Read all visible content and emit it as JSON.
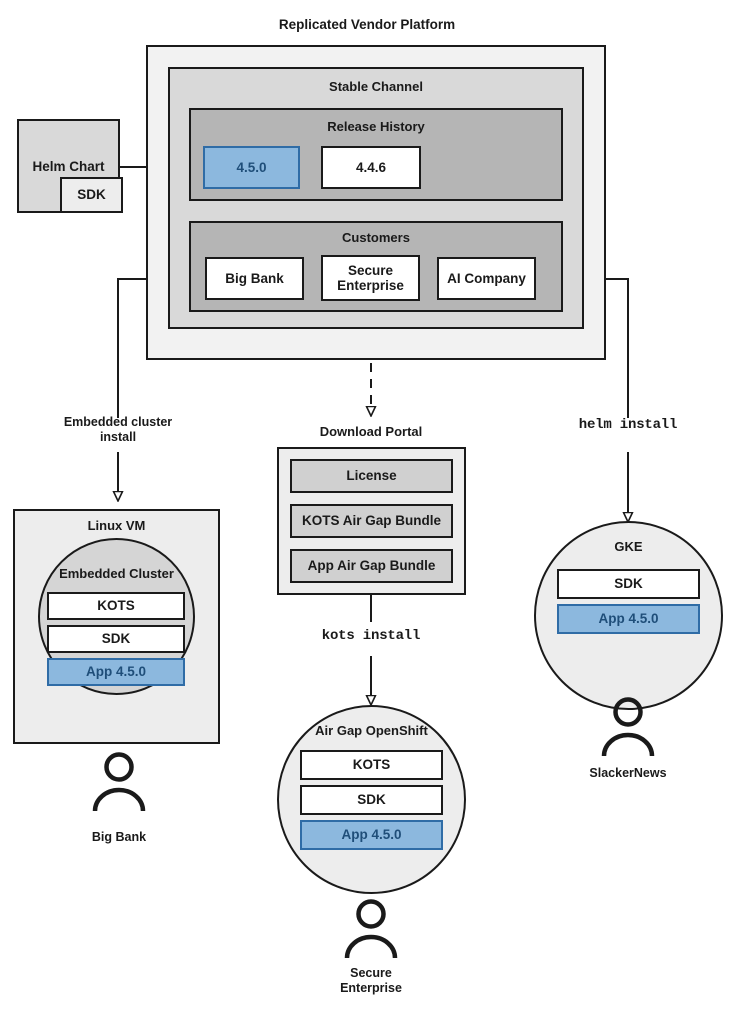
{
  "diagram": {
    "title": "Replicated Vendor Platform",
    "colors": {
      "accent_blue_fill": "#8cb8de",
      "accent_blue_border": "#2f6ca6",
      "accent_blue_text": "#1f4e79",
      "outer_panel": "#f2f2f2",
      "channel_panel": "#d9d9d9",
      "inner_panel": "#b5b5b5",
      "stroke": "#1a1a1a"
    }
  },
  "helm_chart": {
    "label": "Helm Chart",
    "sdk_label": "SDK"
  },
  "platform": {
    "stable_channel": {
      "label": "Stable Channel",
      "release_history": {
        "label": "Release History",
        "releases": [
          {
            "version": "4.5.0",
            "highlighted": true
          },
          {
            "version": "4.4.6",
            "highlighted": false
          }
        ]
      },
      "customers": {
        "label": "Customers",
        "items": [
          {
            "name": "Big Bank"
          },
          {
            "name": "Secure\nEnterprise"
          },
          {
            "name": "AI Company"
          }
        ]
      }
    }
  },
  "flows": {
    "embedded_cluster_install": "Embedded cluster\ninstall",
    "kots_install": "kots install",
    "helm_install": "helm install"
  },
  "download_portal": {
    "label": "Download Portal",
    "assets": [
      {
        "name": "License"
      },
      {
        "name": "KOTS Air Gap Bundle"
      },
      {
        "name": "App Air Gap Bundle"
      }
    ]
  },
  "targets": {
    "linux_vm": {
      "label": "Linux VM",
      "cluster_label": "Embedded Cluster",
      "components": [
        {
          "name": "KOTS",
          "highlighted": false
        },
        {
          "name": "SDK",
          "highlighted": false
        },
        {
          "name": "App 4.5.0",
          "highlighted": true
        }
      ],
      "customer": "Big Bank"
    },
    "air_gap_openshift": {
      "label": "Air Gap OpenShift",
      "components": [
        {
          "name": "KOTS",
          "highlighted": false
        },
        {
          "name": "SDK",
          "highlighted": false
        },
        {
          "name": "App 4.5.0",
          "highlighted": true
        }
      ],
      "customer": "Secure\nEnterprise"
    },
    "gke": {
      "label": "GKE",
      "components": [
        {
          "name": "SDK",
          "highlighted": false
        },
        {
          "name": "App 4.5.0",
          "highlighted": true
        }
      ],
      "customer": "SlackerNews"
    }
  }
}
